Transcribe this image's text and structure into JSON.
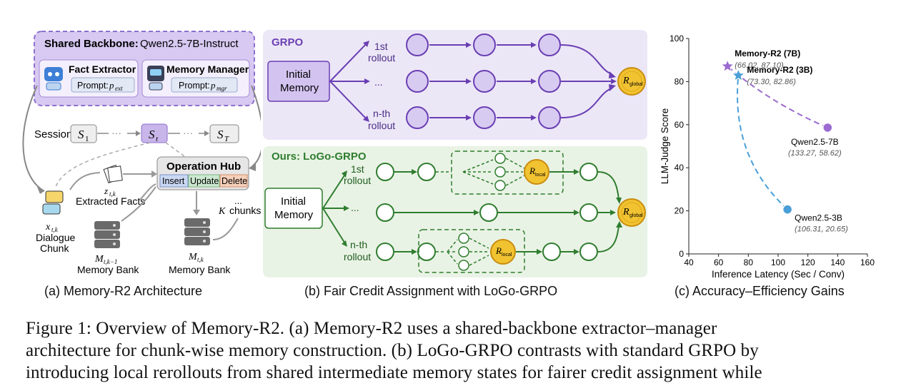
{
  "panel_a": {
    "backbone_label": "Shared Backbone:",
    "backbone_model": "Qwen2.5-7B-Instruct",
    "fact_extractor": "Fact Extractor",
    "fact_prompt": "Prompt:",
    "fact_prompt_var": "p",
    "fact_prompt_sub": "ext",
    "memory_manager": "Memory Manager",
    "mgr_prompt": "Prompt:",
    "mgr_prompt_var": "p",
    "mgr_prompt_sub": "mgr",
    "session_label": "Session",
    "s1": "S",
    "s1_sub": "1",
    "st": "S",
    "st_sub": "t",
    "sT": "S",
    "sT_sub": "T",
    "ellipsis": "···",
    "operation_hub": "Operation Hub",
    "insert": "Insert",
    "update": "Update",
    "delete": "Delete",
    "z_var": "z",
    "z_sub": "t,k",
    "extracted_facts": "Extracted Facts",
    "x_var": "x",
    "x_sub": "t,k",
    "dialogue": "Dialogue",
    "chunk": "Chunk",
    "m_prev_var": "M",
    "m_prev_sub": "t,k−1",
    "m_prev_label": "Memory Bank",
    "m_var": "M",
    "m_sub": "t,k",
    "m_label": "Memory Bank",
    "k_dots": "...",
    "k_chunks_var": "K",
    "k_chunks": "chunks",
    "caption": "(a) Memory-R2 Architecture"
  },
  "panel_b": {
    "grpo_title": "GRPO",
    "initial_memory_1": "Initial",
    "initial_memory_2": "Memory",
    "first": "1st",
    "rollout": "rollout",
    "dots": "...",
    "nth": "n-th",
    "r_global_var": "R",
    "r_global_sub": "global",
    "ours_title": "Ours: LoGo-GRPO",
    "r_local_var": "R",
    "r_local_sub": "local",
    "caption": "(b) Fair Credit Assignment with LoGo-GRPO"
  },
  "chart_data": {
    "type": "scatter",
    "xlabel": "Inference Latency (Sec / Conv)",
    "ylabel": "LLM-Judge Score",
    "xlim": [
      40,
      160
    ],
    "ylim": [
      0,
      100
    ],
    "xticks": [
      "40",
      "60",
      "80",
      "100",
      "120",
      "140",
      "160"
    ],
    "yticks": [
      "0",
      "20",
      "40",
      "60",
      "80",
      "100"
    ],
    "points": [
      {
        "name": "Memory-R2 (7B)",
        "label": "(66.02, 87.10)",
        "x": 66.02,
        "y": 87.1,
        "marker": "star",
        "color": "#9b6bd1"
      },
      {
        "name": "Memory-R2 (3B)",
        "label": "(73.30, 82.86)",
        "x": 73.3,
        "y": 82.86,
        "marker": "star",
        "color": "#4a9fd8"
      },
      {
        "name": "Qwen2.5-7B",
        "label": "(133.27, 58.62)",
        "x": 133.27,
        "y": 58.62,
        "marker": "circle",
        "color": "#9b6bd1"
      },
      {
        "name": "Qwen2.5-3B",
        "label": "(106.31, 20.65)",
        "x": 106.31,
        "y": 20.65,
        "marker": "circle",
        "color": "#4a9fd8"
      }
    ],
    "grid": false
  },
  "panel_c": {
    "caption": "(c) Accuracy–Efficiency Gains"
  },
  "figure_caption": {
    "line1": "Figure 1: Overview of Memory-R2. (a) Memory-R2 uses a shared-backbone extractor–manager",
    "line2": "architecture for chunk-wise memory construction. (b) LoGo-GRPO contrasts with standard GRPO by",
    "line3": "introducing local rerollouts from shared intermediate memory states for fairer credit assignment while"
  },
  "colors": {
    "purple_bg": "#ece7f7",
    "purple_box": "#c8b6ea",
    "purple_dark": "#5b3a9e",
    "green_bg": "#e9f3e5",
    "green_dark": "#2f7d2f",
    "gold": "#f2c331",
    "blue": "#4a9fd8"
  }
}
